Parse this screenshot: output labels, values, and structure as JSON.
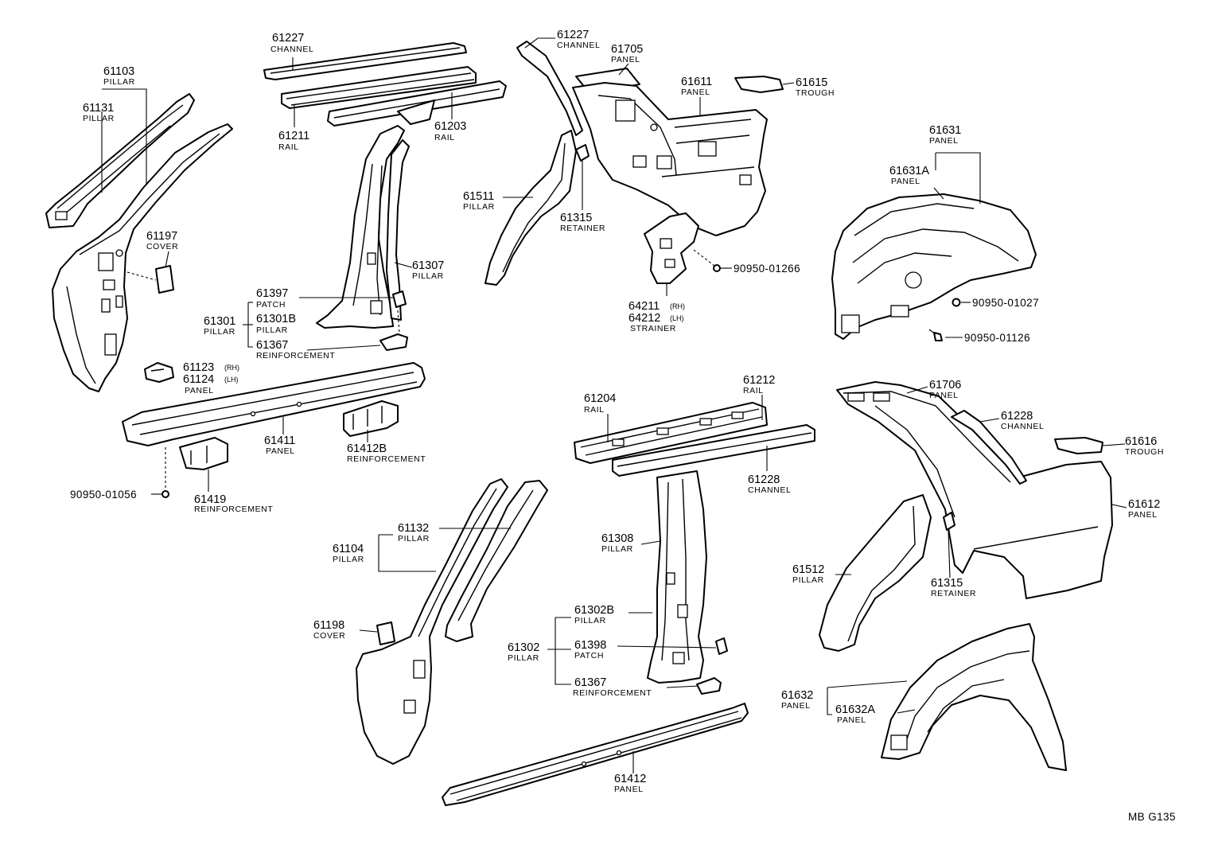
{
  "callouts": [
    {
      "num": "61103",
      "label": "PILLAR"
    },
    {
      "num": "61131",
      "label": "PILLAR"
    },
    {
      "num": "61197",
      "label": "COVER"
    },
    {
      "num": "61123",
      "suffix": "(RH)"
    },
    {
      "num": "61124",
      "suffix": "(LH)",
      "label": "PANEL"
    },
    {
      "num": "61227",
      "label": "CHANNEL"
    },
    {
      "num": "61211",
      "label": "RAIL"
    },
    {
      "num": "61203",
      "label": "RAIL"
    },
    {
      "num": "61307",
      "label": "PILLAR"
    },
    {
      "num": "61397",
      "label": "PATCH"
    },
    {
      "num": "61301",
      "label": "PILLAR"
    },
    {
      "num": "61301B",
      "label": "PILLAR"
    },
    {
      "num": "61367",
      "label": "REINFORCEMENT"
    },
    {
      "num": "61411",
      "label": "PANEL"
    },
    {
      "num": "61412B",
      "label": "REINFORCEMENT"
    },
    {
      "num": "61419",
      "label": "REINFORCEMENT"
    },
    {
      "code": "90950-01056"
    },
    {
      "num": "61227",
      "label": "CHANNEL"
    },
    {
      "num": "61705",
      "label": "PANEL"
    },
    {
      "num": "61611",
      "label": "PANEL"
    },
    {
      "num": "61615",
      "label": "TROUGH"
    },
    {
      "num": "61511",
      "label": "PILLAR"
    },
    {
      "num": "61315",
      "label": "RETAINER"
    },
    {
      "code": "90950-01266"
    },
    {
      "num": "64211",
      "suffix": "(RH)"
    },
    {
      "num": "64212",
      "suffix": "(LH)",
      "label": "STRAINER"
    },
    {
      "num": "61631",
      "label": "PANEL"
    },
    {
      "num": "61631A",
      "label": "PANEL"
    },
    {
      "code": "90950-01027"
    },
    {
      "code": "90950-01126"
    },
    {
      "num": "61204",
      "label": "RAIL"
    },
    {
      "num": "61212",
      "label": "RAIL"
    },
    {
      "num": "61228",
      "label": "CHANNEL"
    },
    {
      "num": "61308",
      "label": "PILLAR"
    },
    {
      "num": "61302B",
      "label": "PILLAR"
    },
    {
      "num": "61302",
      "label": "PILLAR"
    },
    {
      "num": "61398",
      "label": "PATCH"
    },
    {
      "num": "61367",
      "label": "REINFORCEMENT"
    },
    {
      "num": "61412",
      "label": "PANEL"
    },
    {
      "num": "61132",
      "label": "PILLAR"
    },
    {
      "num": "61104",
      "label": "PILLAR"
    },
    {
      "num": "61198",
      "label": "COVER"
    },
    {
      "num": "61706",
      "label": "PANEL"
    },
    {
      "num": "61228",
      "label": "CHANNEL"
    },
    {
      "num": "61616",
      "label": "TROUGH"
    },
    {
      "num": "61612",
      "label": "PANEL"
    },
    {
      "num": "61512",
      "label": "PILLAR"
    },
    {
      "num": "61315",
      "label": "RETAINER"
    },
    {
      "num": "61632",
      "label": "PANEL"
    },
    {
      "num": "61632A",
      "label": "PANEL"
    }
  ],
  "figure_code": "MB G135"
}
